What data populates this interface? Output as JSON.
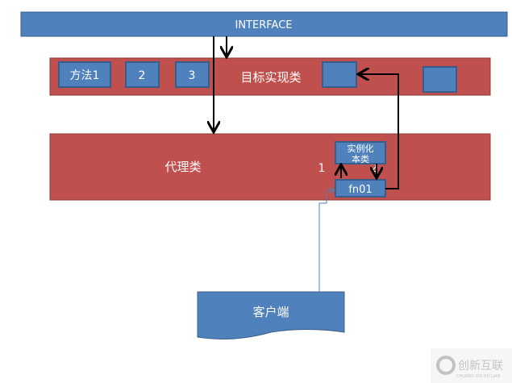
{
  "interface": {
    "label": "INTERFACE"
  },
  "target_class": {
    "label": "目标实现类",
    "methods": [
      "方法1",
      "2",
      "3"
    ]
  },
  "proxy_class": {
    "label": "代理类",
    "instantiate": [
      "实例化",
      "本类"
    ],
    "fn": "fn01",
    "step1": "1",
    "step2": "2"
  },
  "client": {
    "label": "客户端"
  },
  "watermark": {
    "text": "创新互联",
    "sub": "CHUANG XIN HU LIAN"
  },
  "colors": {
    "blue": "#4f81bd",
    "blue_border": "#385d8a",
    "red": "#c0504d",
    "red_border": "#8c3836"
  }
}
